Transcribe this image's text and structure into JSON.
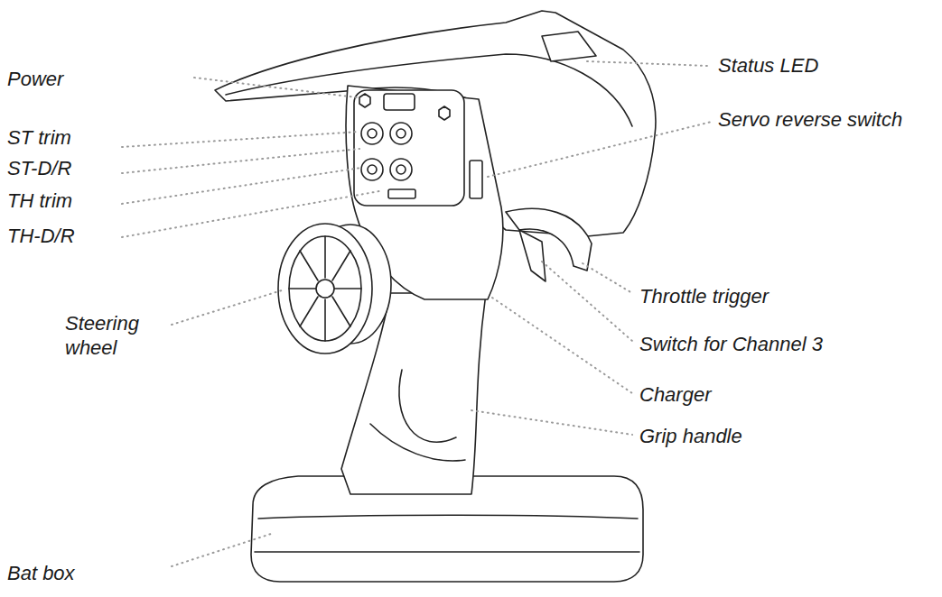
{
  "diagram": {
    "labels": [
      "Power",
      "ST trim",
      "ST-D/R",
      "TH trim",
      "TH-D/R",
      "Steering wheel",
      "Bat box",
      "Status LED",
      "Servo reverse switch",
      "Throttle trigger",
      "Switch for Channel 3",
      "Charger",
      "Grip handle"
    ]
  }
}
